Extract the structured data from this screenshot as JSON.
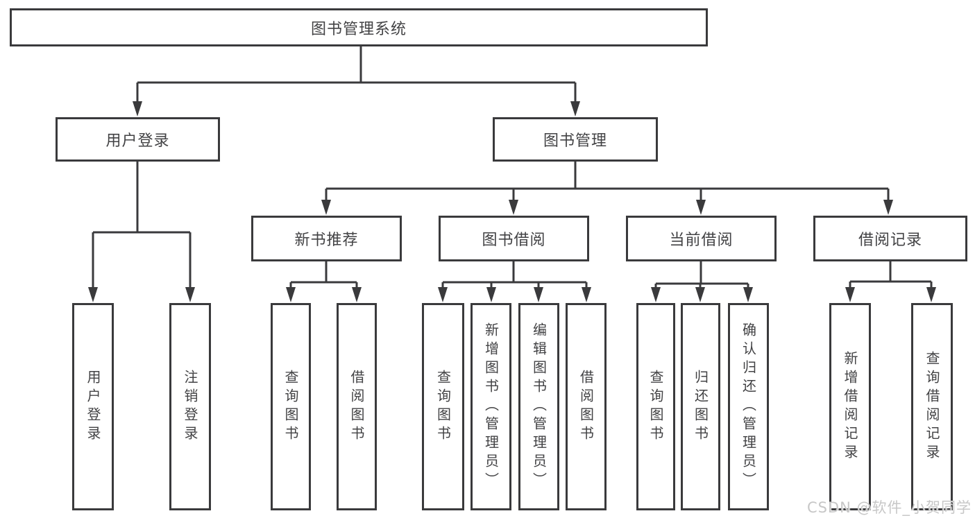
{
  "diagram": {
    "title": "图书管理系统",
    "level2": {
      "user_login": "用户登录",
      "book_management": "图书管理"
    },
    "level3": {
      "new_books": "新书推荐",
      "book_borrow": "图书借阅",
      "current_borrow": "当前借阅",
      "borrow_records": "借阅记录"
    },
    "leaves": {
      "user_login": [
        "用户登录",
        "注销登录"
      ],
      "new_books": [
        "查询图书",
        "借阅图书"
      ],
      "book_borrow": [
        "查询图书",
        "新增图书（管理员）",
        "编辑图书（管理员）",
        "借阅图书"
      ],
      "current_borrow": [
        "查询图书",
        "归还图书",
        "确认归还（管理员）"
      ],
      "borrow_records": [
        "新增借阅记录",
        "查询借阅记录"
      ]
    }
  },
  "watermark": "CSDN @软件_小贺同学",
  "colors": {
    "line": "#3a3a3c",
    "box_border": "#3a3a3c",
    "text": "#424244",
    "background": "#ffffff",
    "watermark": "#c7c7c7"
  }
}
